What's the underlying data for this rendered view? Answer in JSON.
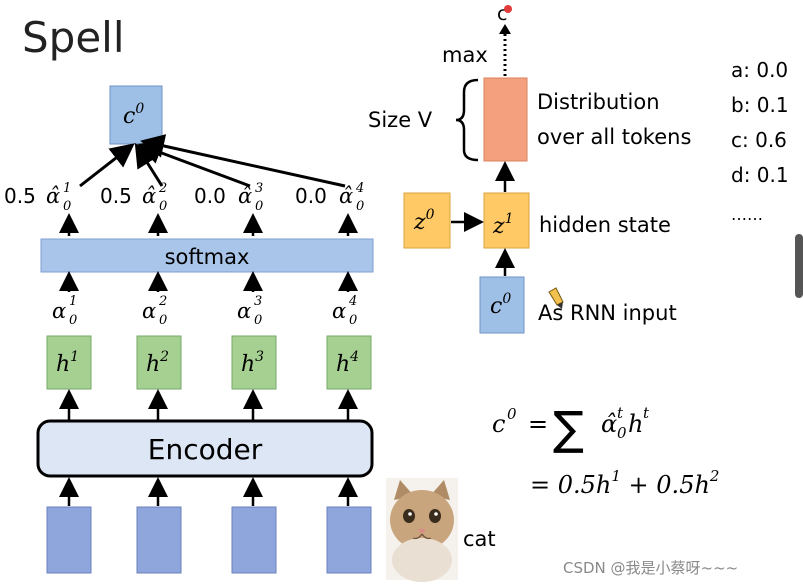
{
  "slide": {
    "title": "Spell",
    "watermark": "CSDN @我是小蔡呀~~~"
  },
  "left": {
    "context_label": "c",
    "context_sup": "0",
    "weights": [
      {
        "value": "0.5",
        "sup": "1",
        "sub": "0"
      },
      {
        "value": "0.5",
        "sup": "2",
        "sub": "0"
      },
      {
        "value": "0.0",
        "sup": "3",
        "sub": "0"
      },
      {
        "value": "0.0",
        "sup": "4",
        "sub": "0"
      }
    ],
    "softmax_label": "softmax",
    "alphas": [
      {
        "sup": "1",
        "sub": "0"
      },
      {
        "sup": "2",
        "sub": "0"
      },
      {
        "sup": "3",
        "sub": "0"
      },
      {
        "sup": "4",
        "sub": "0"
      }
    ],
    "hidden": [
      {
        "label": "h",
        "sup": "1"
      },
      {
        "label": "h",
        "sup": "2"
      },
      {
        "label": "h",
        "sup": "3"
      },
      {
        "label": "h",
        "sup": "4"
      }
    ],
    "encoder_label": "Encoder",
    "cat_label": "cat"
  },
  "right": {
    "output_char": "c",
    "max_label": "max",
    "size_label": "Size V",
    "dist_line1": "Distribution",
    "dist_line2": "over all tokens",
    "z0_label": "z",
    "z0_sup": "0",
    "z1_label": "z",
    "z1_sup": "1",
    "hidden_state_label": "hidden state",
    "c0_label": "c",
    "c0_sup": "0",
    "rnn_input_label": "As RNN input",
    "probs": [
      "a: 0.0",
      "b: 0.1",
      "c: 0.6",
      "d: 0.1",
      "……"
    ]
  },
  "formula": {
    "line1_lhs": "c",
    "line1_lhs_sup": "0",
    "line1_eq": "=",
    "line1_sum": "∑",
    "line1_rhs": "α̂",
    "line1_t_sup": "t",
    "line1_sub": "0",
    "line1_h": "h",
    "line1_h_sup": "t",
    "line2": "= 0.5h",
    "line2_sup1": "1",
    "line2_mid": " + 0.5h",
    "line2_sup2": "2"
  },
  "colors": {
    "blue_box": "#9fc0e6",
    "green_box": "#a6cf92",
    "orange_box": "#ffc966",
    "dist_box": "#f4a07e",
    "encoder_fill": "#dce6f4",
    "input_box": "#8fa6dc",
    "softmax_bar": "#a9c6ea"
  }
}
